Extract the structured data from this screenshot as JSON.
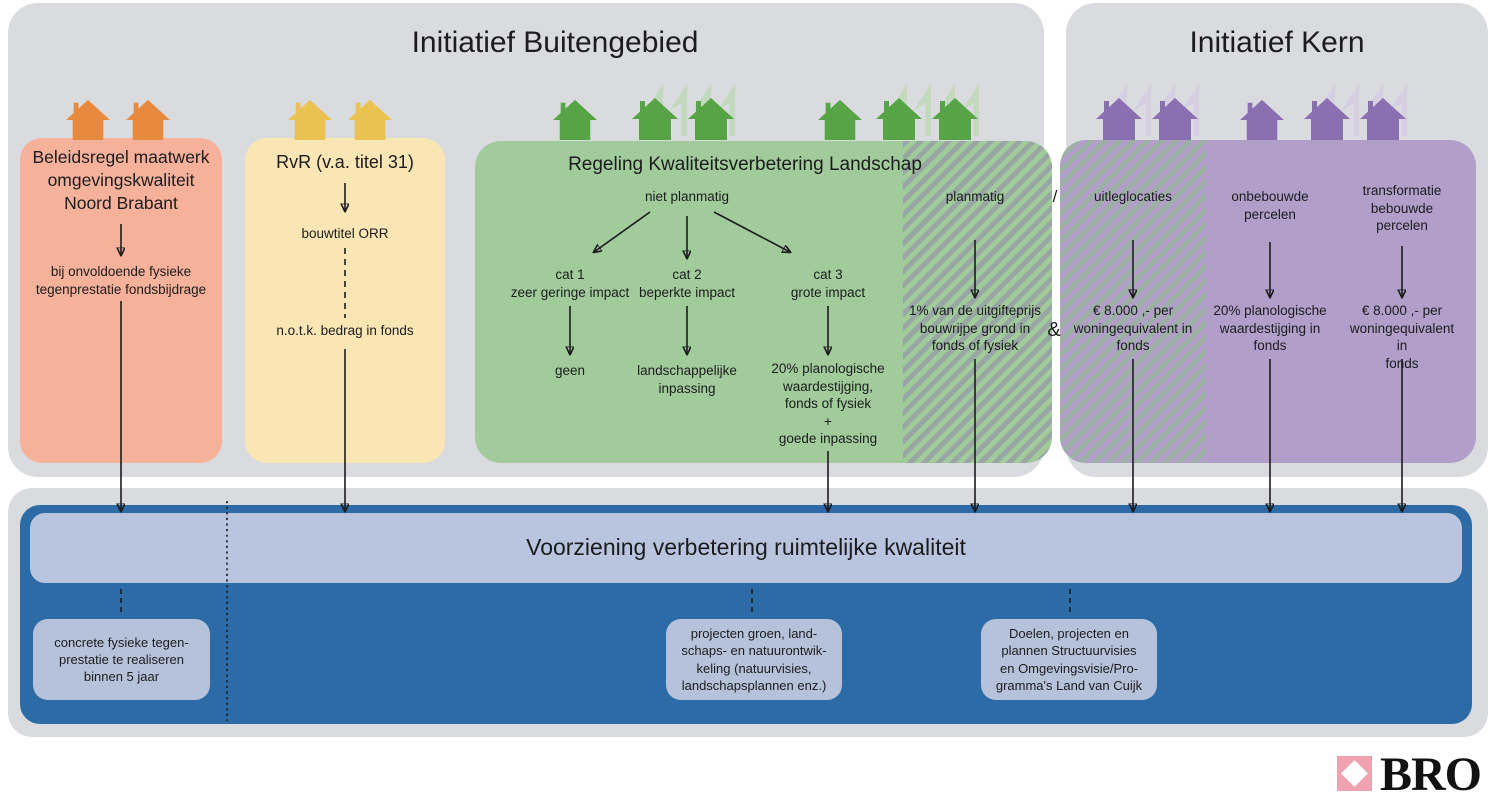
{
  "colors": {
    "panel": "#d9dbde",
    "text": "#1c1c1e",
    "salmon": "#f6b19b",
    "salmon-house": "#e88a3d",
    "yellow": "#fae5b4",
    "yellow-house": "#e9c251",
    "green": "#a1cb9b",
    "green-house": "#56a446",
    "green-ghost": "#b5d8ab",
    "purple": "#b19fca",
    "purple-house": "#8a6fb1",
    "purple-ghost": "#d3c8e3",
    "blue-dark": "#2c6ba6",
    "blue-band": "#b9c5de",
    "blue-card": "#b6c2da",
    "logo-pink": "#f1a2b0"
  },
  "headers": {
    "left": "Initiatief Buitengebied",
    "right": "Initiatief Kern"
  },
  "buitengebied": {
    "beleidsregel": {
      "title": "Beleidsregel maatwerk\nomgevingskwaliteit\nNoord Brabant",
      "note": "bij onvoldoende fysieke\ntegenprestatie fondsbijdrage"
    },
    "rvr": {
      "title": "RvR (v.a. titel 31)",
      "step1": "bouwtitel ORR",
      "step2": "n.o.t.k. bedrag in fonds"
    },
    "regeling": {
      "title": "Regeling Kwaliteitsverbetering Landschap",
      "niet_planmatig_label": "niet planmatig",
      "cat1_label": "cat 1\nzeer geringe impact",
      "cat1_result": "geen",
      "cat2_label": "cat 2\nbeperkte impact",
      "cat2_result": "landschappelijke\ninpassing",
      "cat3_label": "cat 3\ngrote impact",
      "cat3_result": "20% planologische\nwaardestijging,\nfonds of fysiek\n+\ngoede inpassing",
      "planmatig_label": "planmatig",
      "planmatig_result": "1% van de uitgifteprijs\nbouwrijpe grond in\nfonds of fysiek",
      "slash": "/",
      "ampersand": "&"
    }
  },
  "kern": {
    "uitleglocaties_label": "uitleglocaties",
    "uitleglocaties_result": "€ 8.000 ,- per\nwoningequivalent in\nfonds",
    "onbebouwd_label": "onbebouwde\npercelen",
    "onbebouwd_result": "20% planologische\nwaardestijging in\nfonds",
    "transformatie_label": "transformatie\nbebouwde\npercelen",
    "transformatie_result": "€ 8.000 ,- per\nwoningequivalent in\nfonds"
  },
  "voorziening": {
    "band_title": "Voorziening verbetering ruimtelijke kwaliteit",
    "box1": "concrete fysieke tegen-\nprestatie te realiseren\nbinnen 5 jaar",
    "box2": "projecten groen, land-\nschaps- en natuurontwik-\nkeling (natuurvisies,\nlandschapsplannen enz.)",
    "box3": "Doelen, projecten en\nplannen Structuurvisies\nen Omgevingsvisie/Pro-\ngramma's Land van Cuijk"
  },
  "logo": {
    "text": "BRO"
  }
}
